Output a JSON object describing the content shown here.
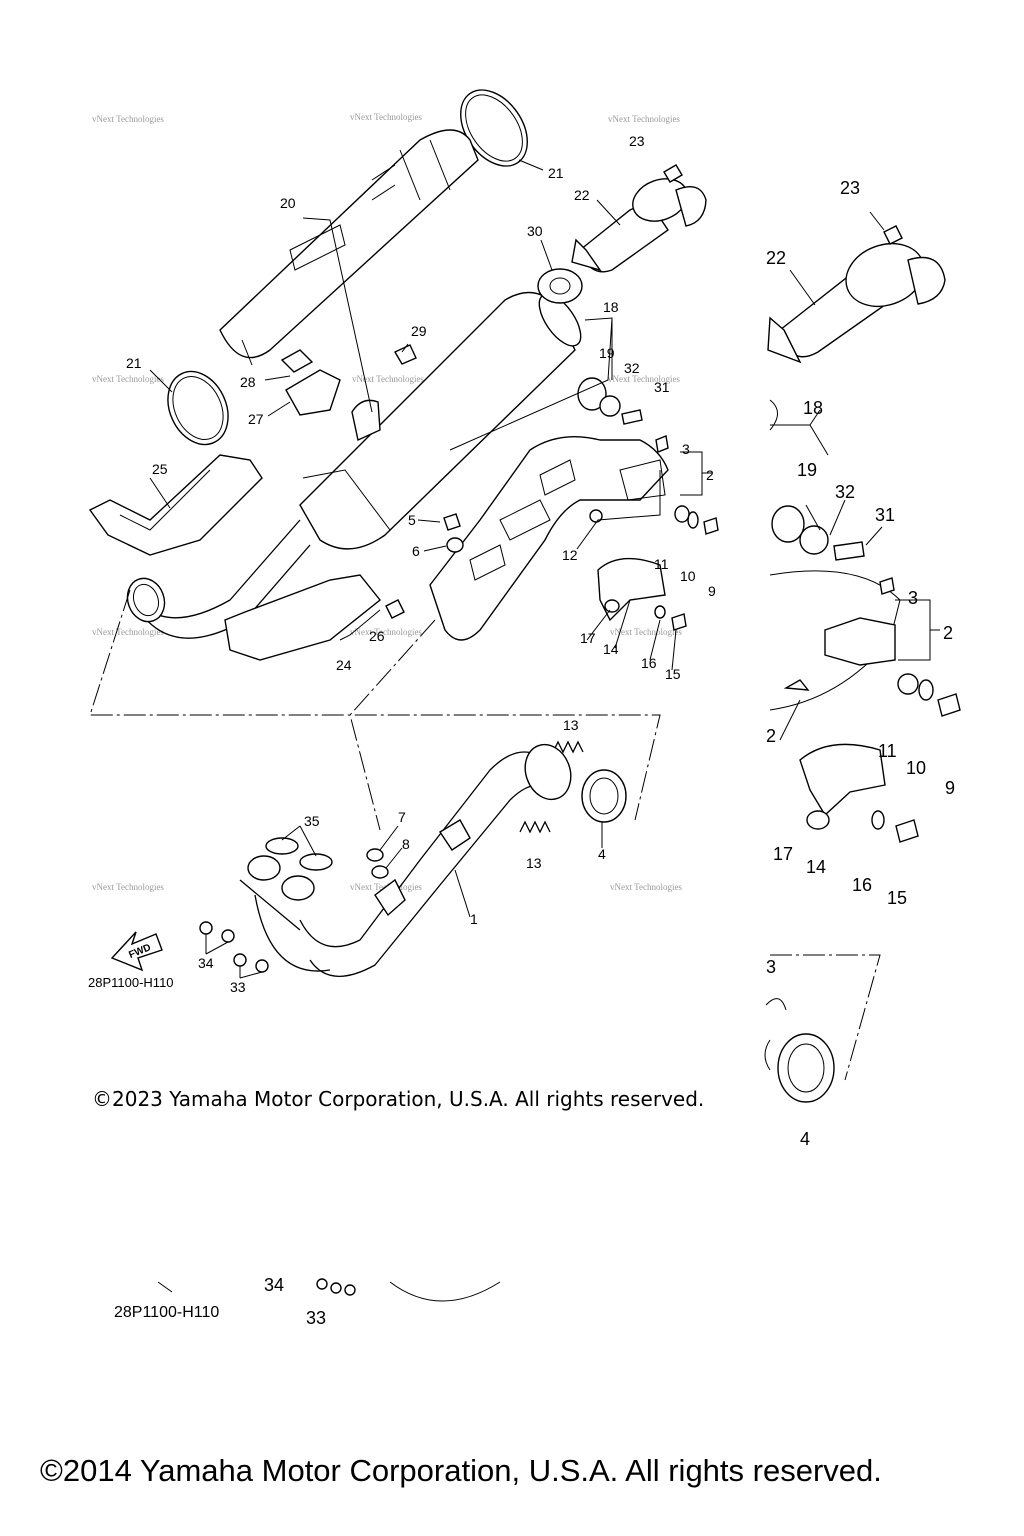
{
  "watermark": "vNext Technologies",
  "drawing_code": "28P1100-H110",
  "fwd_label": "FWD",
  "copyright_2023": "©2023 Yamaha Motor Corporation, U.S.A. All rights reserved.",
  "copyright_2014": "©2014 Yamaha Motor Corporation, U.S.A. All rights reserved.",
  "callouts": {
    "n1": "1",
    "n2": "2",
    "n3": "3",
    "n4": "4",
    "n5": "5",
    "n6": "6",
    "n7": "7",
    "n8": "8",
    "n9": "9",
    "n10": "10",
    "n11": "11",
    "n12": "12",
    "n13": "13",
    "n14": "14",
    "n15": "15",
    "n16": "16",
    "n17": "17",
    "n18": "18",
    "n19": "19",
    "n20": "20",
    "n21": "21",
    "n22": "22",
    "n23": "23",
    "n24": "24",
    "n25": "25",
    "n26": "26",
    "n27": "27",
    "n28": "28",
    "n29": "29",
    "n30": "30",
    "n31": "31",
    "n32": "32",
    "n33": "33",
    "n34": "34",
    "n35": "35"
  }
}
